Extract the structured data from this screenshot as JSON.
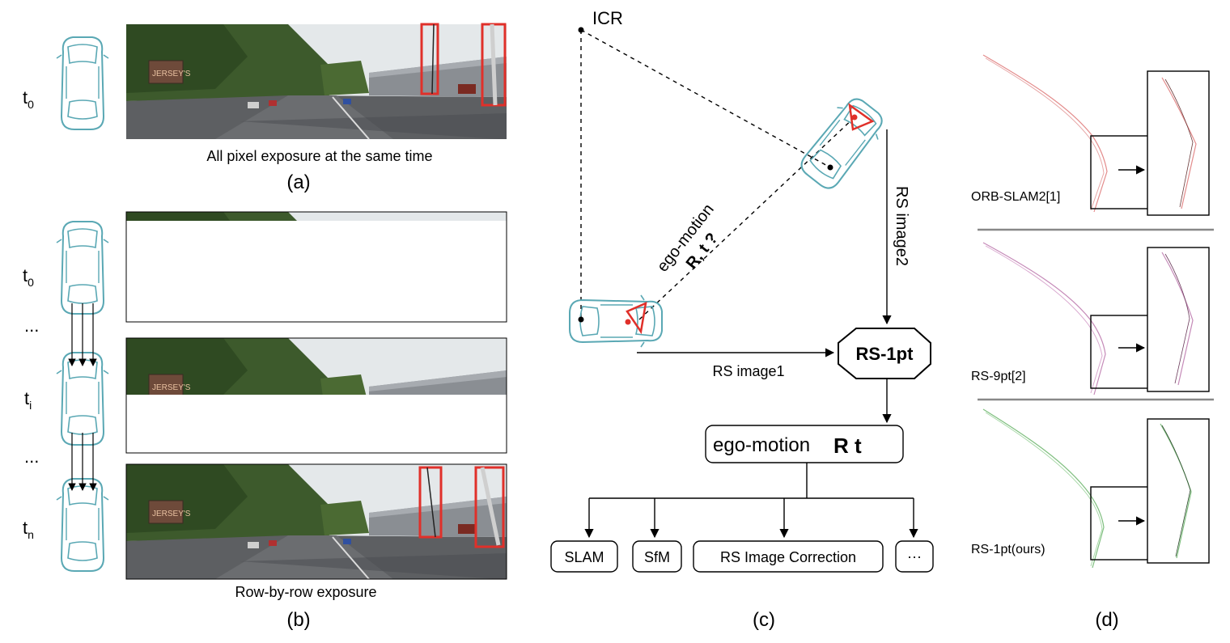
{
  "panel_a": {
    "time_label": "t",
    "time_sub": "0",
    "sign_text": "JERSEY'S",
    "caption": "All pixel exposure at the same time",
    "panel_label": "(a)"
  },
  "panel_b": {
    "t0": "t",
    "t0_sub": "0",
    "dots1": "...",
    "ti": "t",
    "ti_sub": "i",
    "dots2": "...",
    "tn": "t",
    "tn_sub": "n",
    "sign_text": "JERSEY'S",
    "caption": "Row-by-row exposure",
    "panel_label": "(b)"
  },
  "panel_c": {
    "icr": "ICR",
    "ego_motion_line1": "ego-motion",
    "ego_motion_line2": "R, t ?",
    "rs_image1": "RS image1",
    "rs_image2": "RS image2",
    "solver": "RS-1pt",
    "ego_box_text": "ego-motion",
    "ego_box_math": "R  t",
    "outputs": [
      "SLAM",
      "SfM",
      "RS Image Correction",
      "···"
    ],
    "panel_label": "(c)"
  },
  "panel_d": {
    "methods": [
      "ORB-SLAM2[1]",
      "RS-9pt[2]",
      "RS-1pt(ours)"
    ],
    "panel_label": "(d)"
  },
  "colors": {
    "car_outline": "#5aa8b4",
    "highlight_red": "#e0302a",
    "traj_orb": "#e38b8b",
    "traj_9pt": "#c58ab8",
    "traj_ours": "#7fbf7f",
    "sky": "#e4e8ea",
    "road": "#5d5f62"
  }
}
